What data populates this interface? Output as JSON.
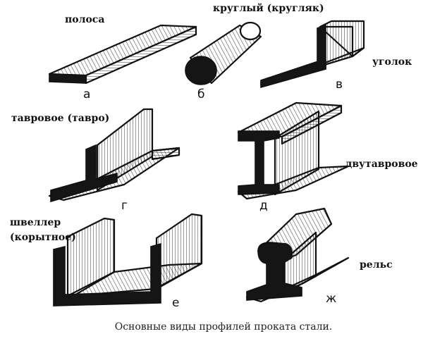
{
  "caption": "Основные виды профилей проката стали.",
  "profiles": [
    {
      "letter": "а",
      "name": "полоса"
    },
    {
      "letter": "б",
      "name": "круглый (кругляк)"
    },
    {
      "letter": "в",
      "name": "уголок"
    },
    {
      "letter": "г",
      "name": "тавровое (тавро)"
    },
    {
      "letter": "д",
      "name": "двутавровое"
    },
    {
      "letter": "е",
      "name": "швеллер\n(корытное)"
    },
    {
      "letter": "ж",
      "name": "рельс"
    }
  ]
}
